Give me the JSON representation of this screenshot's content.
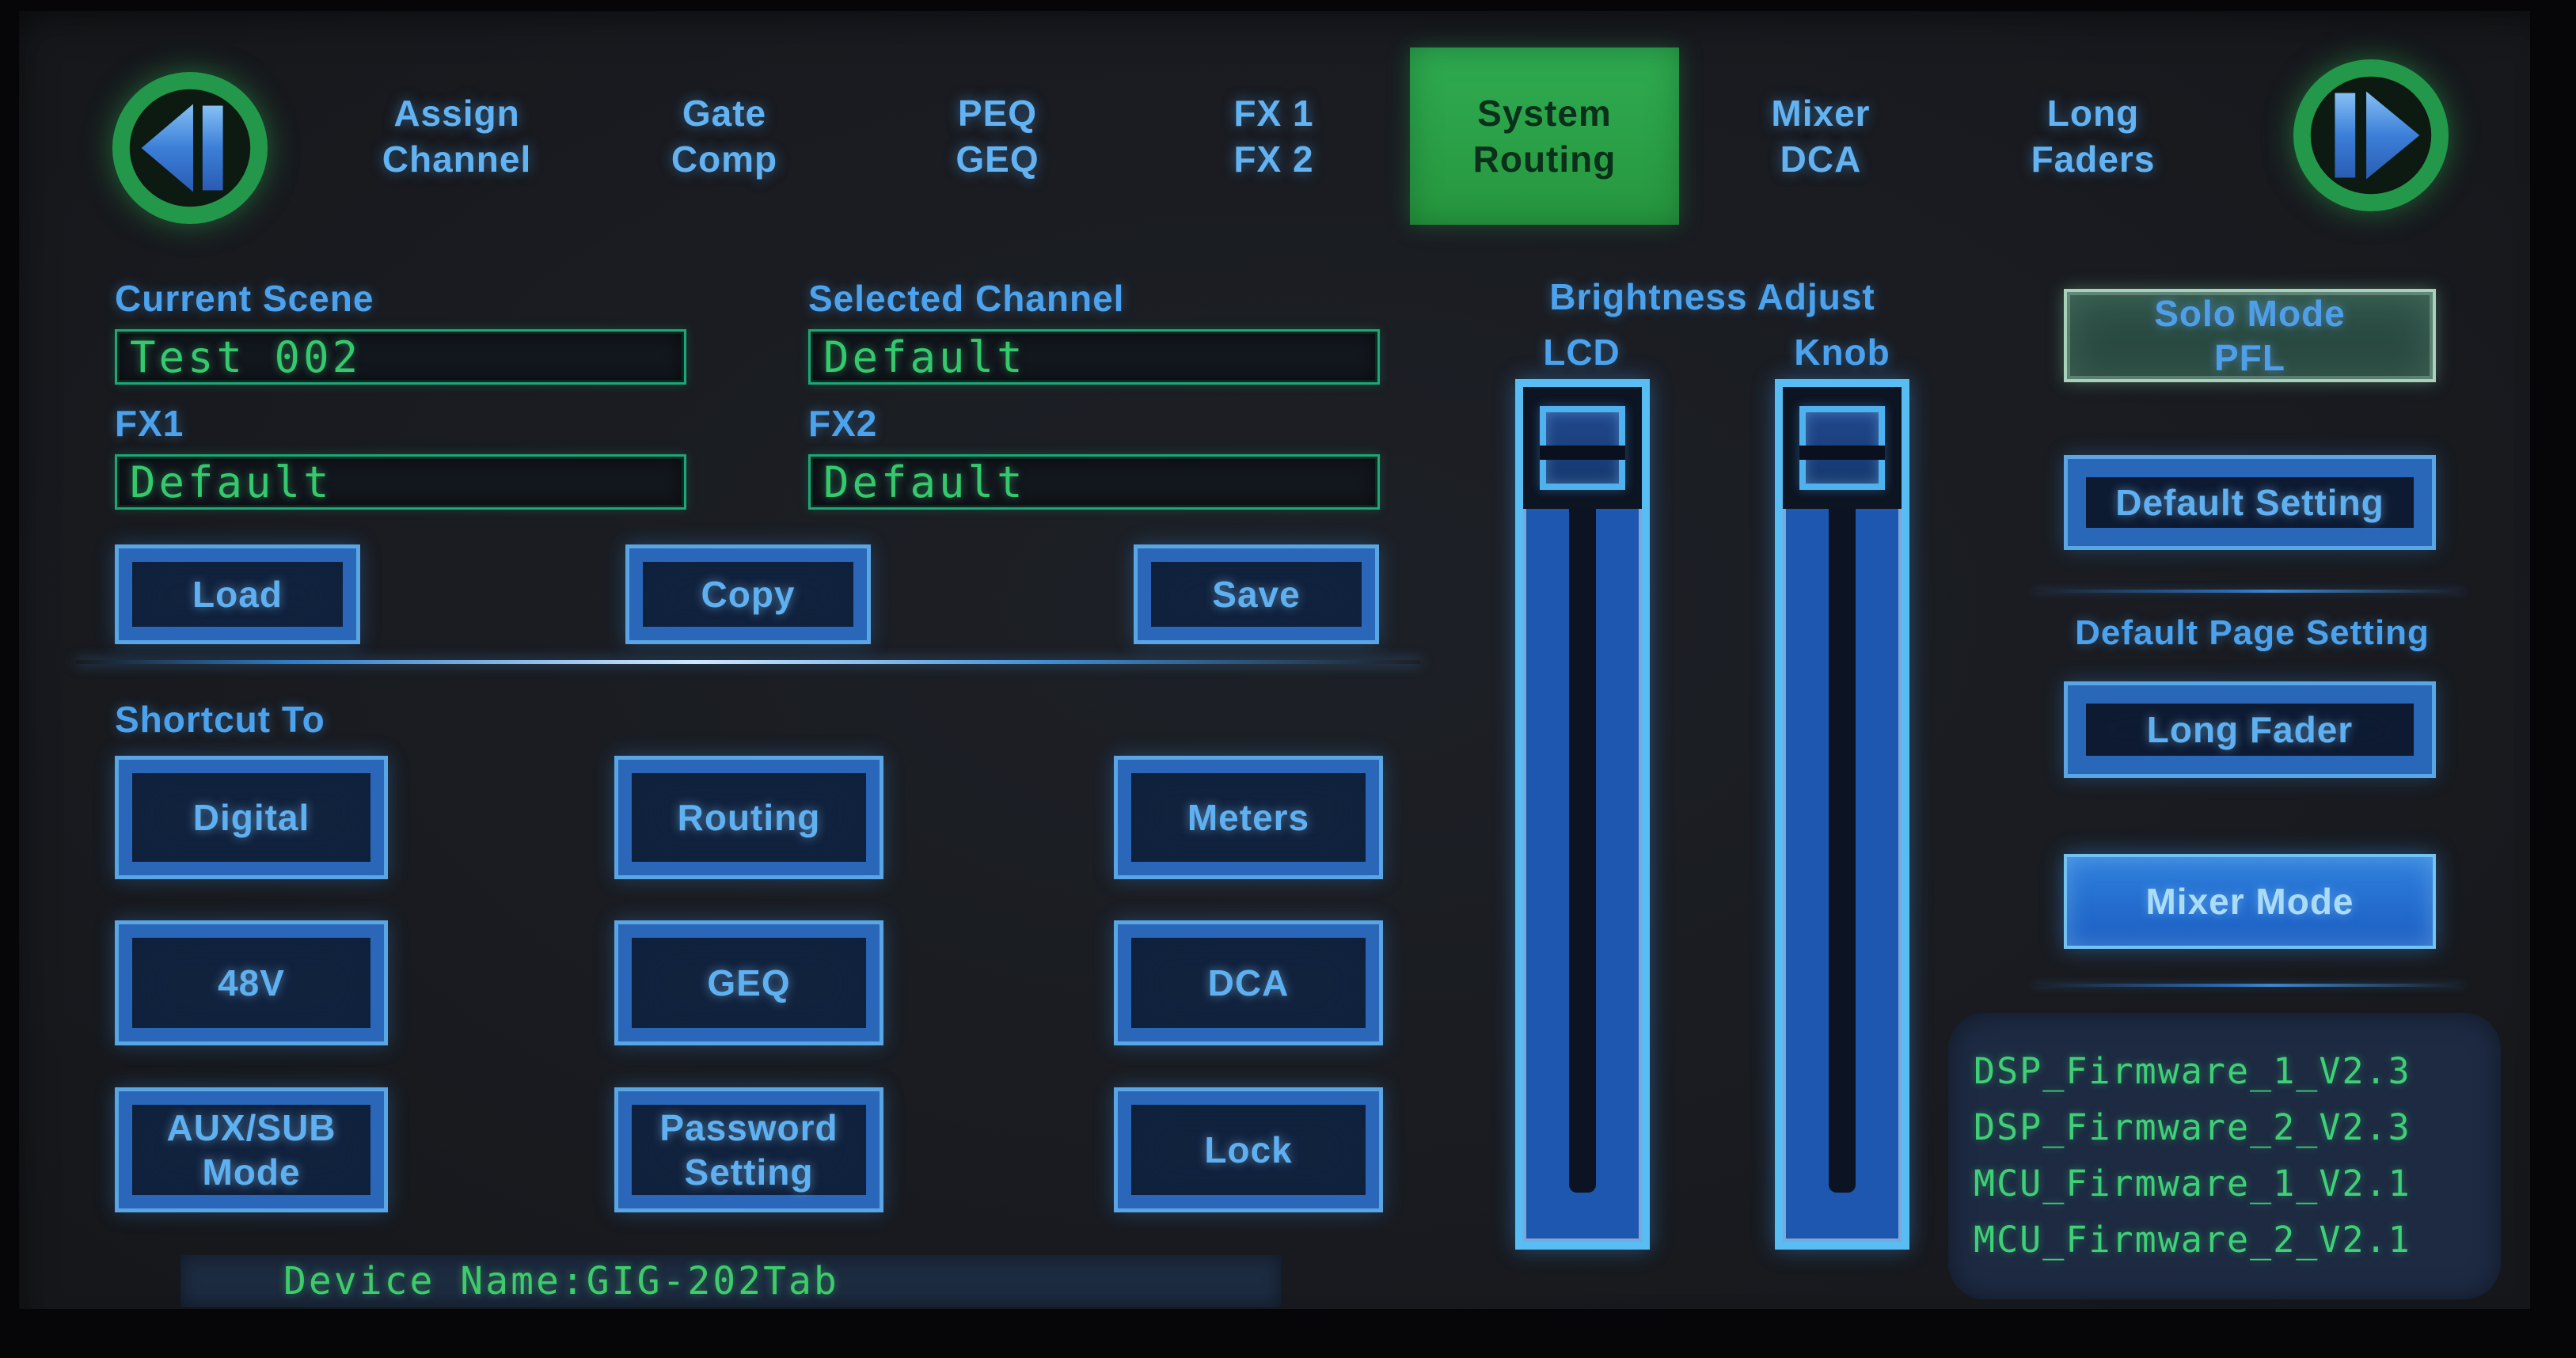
{
  "colors": {
    "screen_bg": "#191b20",
    "active_tab_green": "#2ba44d",
    "tab_text_blue": "#63b2f2",
    "button_frame_blue": "#2d6ec4",
    "button_text_blue": "#5fb0f0",
    "field_border_green": "#1fa578",
    "lcd_text_green": "#38c96e",
    "slider_fill_blue": "#1e57b0",
    "solo_button_green": "#2e5147",
    "arrow_ring_green": "#24984a"
  },
  "nav": {
    "tabs": [
      {
        "label": "Assign\nChannel",
        "active": false
      },
      {
        "label": "Gate\nComp",
        "active": false
      },
      {
        "label": "PEQ\nGEQ",
        "active": false
      },
      {
        "label": "FX 1\nFX 2",
        "active": false
      },
      {
        "label": "System\nRouting",
        "active": true
      },
      {
        "label": "Mixer\nDCA",
        "active": false
      },
      {
        "label": "Long\nFaders",
        "active": false
      }
    ]
  },
  "scene": {
    "current_scene_label": "Current Scene",
    "current_scene_value": "Test 002",
    "selected_channel_label": "Selected Channel",
    "selected_channel_value": "Default",
    "fx1_label": "FX1",
    "fx1_value": "Default",
    "fx2_label": "FX2",
    "fx2_value": "Default",
    "load_label": "Load",
    "copy_label": "Copy",
    "save_label": "Save"
  },
  "shortcut": {
    "title": "Shortcut To",
    "buttons": [
      {
        "label": "Digital"
      },
      {
        "label": "Routing"
      },
      {
        "label": "Meters"
      },
      {
        "label": "48V"
      },
      {
        "label": "GEQ"
      },
      {
        "label": "DCA"
      },
      {
        "label": "AUX/SUB\nMode"
      },
      {
        "label": "Password\nSetting"
      },
      {
        "label": "Lock"
      }
    ]
  },
  "brightness": {
    "title": "Brightness Adjust",
    "sliders": [
      {
        "label": "LCD",
        "position": "top"
      },
      {
        "label": "Knob",
        "position": "top"
      }
    ]
  },
  "right_panel": {
    "solo_mode_label": "Solo Mode\nPFL",
    "default_setting_label": "Default Setting",
    "default_page_title": "Default Page Setting",
    "long_fader_label": "Long Fader",
    "mixer_mode_label": "Mixer Mode",
    "firmware": [
      "DSP_Firmware_1_V2.3",
      "DSP_Firmware_2_V2.3",
      "MCU_Firmware_1_V2.1",
      "MCU_Firmware_2_V2.1"
    ]
  },
  "footer": {
    "device_name": "Device Name:GIG-202Tab"
  }
}
